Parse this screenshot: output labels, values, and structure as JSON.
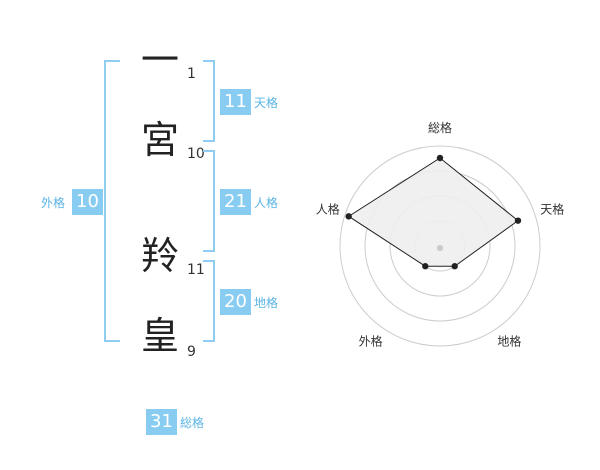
{
  "name": {
    "characters": [
      {
        "char": "一",
        "strokes": "1"
      },
      {
        "char": "宮",
        "strokes": "10"
      },
      {
        "char": "羚",
        "strokes": "11"
      },
      {
        "char": "皇",
        "strokes": "9"
      }
    ]
  },
  "scores": {
    "gaikaku": {
      "label": "外格",
      "value": "10"
    },
    "tenkaku": {
      "label": "天格",
      "value": "11"
    },
    "jinkaku": {
      "label": "人格",
      "value": "21"
    },
    "chikaku": {
      "label": "地格",
      "value": "20"
    },
    "soukaku": {
      "label": "総格",
      "value": "31"
    }
  },
  "chart_data": {
    "type": "radar",
    "axes": [
      "総格",
      "天格",
      "地格",
      "外格",
      "人格"
    ],
    "values": [
      0.88,
      0.82,
      0.25,
      0.25,
      0.96
    ],
    "range": [
      0,
      1
    ],
    "rings": 4,
    "colors": {
      "fill": "#eeeeee",
      "line": "#222222",
      "grid": "#cccccc",
      "center": "#c9c9c9"
    }
  },
  "colors": {
    "accent": "#88ccf1",
    "bracket": "#8fcdf3",
    "label": "#5ab4e5"
  }
}
